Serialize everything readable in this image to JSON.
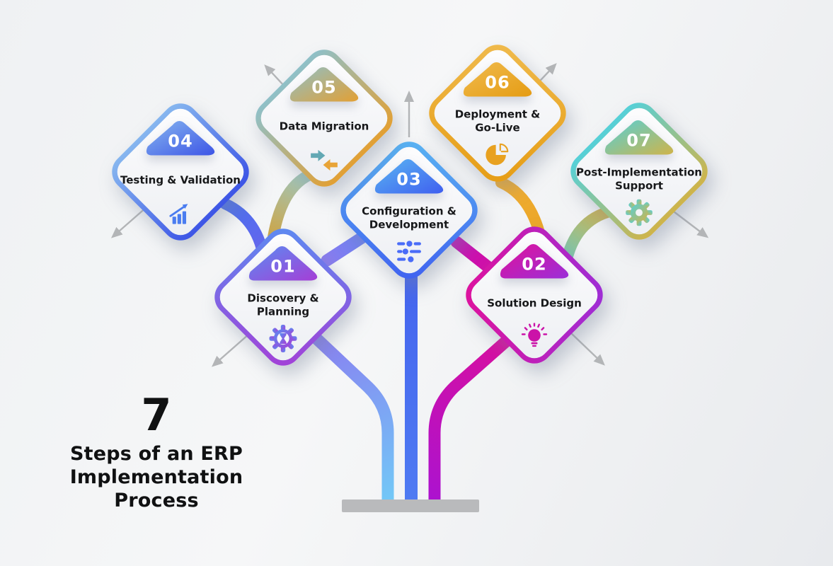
{
  "main_title": {
    "number": "7",
    "text": "Steps of an ERP Implementation Process"
  },
  "steps": [
    {
      "number": "01",
      "title": "Discovery & Planning",
      "title_lines": [
        "Discovery &",
        "Planning"
      ],
      "icon": "gear-hourglass-icon",
      "gradient_from": "#5a8df2",
      "gradient_to": "#a53ed6"
    },
    {
      "number": "02",
      "title": "Solution Design",
      "title_lines": [
        "Solution Design"
      ],
      "icon": "lightbulb-icon",
      "gradient_from": "#e0119b",
      "gradient_to": "#9b2fd8",
      "icon_color": "#cb13a8"
    },
    {
      "number": "03",
      "title": "Configuration & Development",
      "title_lines": [
        "Configuration &",
        "Development"
      ],
      "icon": "sliders-icon",
      "gradient_from": "#5ab6f2",
      "gradient_to": "#3f5ff0",
      "icon_color": "#4a6cf8"
    },
    {
      "number": "04",
      "title": "Testing & Validation",
      "title_lines": [
        "Testing & Validation"
      ],
      "icon": "growth-chart-icon",
      "gradient_from": "#86b6ef",
      "gradient_to": "#3d55e6",
      "icon_color": "#4a7cf0"
    },
    {
      "number": "05",
      "title": "Data Migration",
      "title_lines": [
        "Data Migration"
      ],
      "icon": "transfer-arrows-icon",
      "gradient_from": "#8fc0c8",
      "gradient_to": "#e2a034",
      "icon_color": "#e8a437",
      "icon_color2": "#62a8b4"
    },
    {
      "number": "06",
      "title": "Deployment & Go-Live",
      "title_lines": [
        "Deployment &",
        "Go-Live"
      ],
      "icon": "pie-chart-icon",
      "gradient_from": "#f0bb4e",
      "gradient_to": "#e59c14",
      "icon_color": "#e8a120"
    },
    {
      "number": "07",
      "title": "Post-Implementation Support",
      "title_lines": [
        "Post-Implementation",
        "Support"
      ],
      "icon": "gear-icon",
      "gradient_from": "#55d0d8",
      "gradient_to": "#cfb44a"
    }
  ],
  "tree": {
    "base_color": "#b9babc",
    "arrow_color": "#b3b5b7",
    "stem_left": {
      "from": "#72c9f7",
      "to": "#8a7cf0"
    },
    "stem_center": {
      "from": "#4f7bf2",
      "to": "#4565ee"
    },
    "stem_right": {
      "from": "#ab12d0",
      "to": "#d8109e"
    },
    "link_left": {
      "from": "#8a7cf0",
      "to": "#5a85f2"
    },
    "link_right": {
      "from": "#c410b8",
      "to": "#d80f9e"
    },
    "branch_testing": {
      "from": "#4a70ee",
      "to": "#6a64ee"
    },
    "branch_migration": {
      "from": "#9cc8c4",
      "to": "#d89f2e"
    },
    "branch_deployment": {
      "from": "#f0ae34",
      "to": "#e8a120"
    },
    "branch_support": {
      "from": "#ccb053",
      "to": "#5ad4d6"
    }
  }
}
